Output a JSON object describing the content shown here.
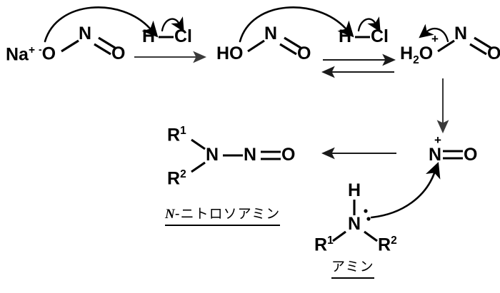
{
  "diagram": {
    "title": "N-nitrosoamine formation mechanism",
    "type": "reaction-mechanism"
  },
  "species": {
    "sodium_nitrite": {
      "cation": "Na",
      "cation_charge": "+",
      "oxygen_anion_charge": "-",
      "oxygen": "O",
      "nitrogen": "N",
      "terminal_oxygen": "O"
    },
    "hcl_1": {
      "h": "H",
      "cl": "Cl"
    },
    "nitrous_acid": {
      "ho": "HO",
      "nitrogen": "N",
      "oxygen": "O"
    },
    "hcl_2": {
      "h": "H",
      "cl": "Cl"
    },
    "protonated_nitrous_acid": {
      "water": "H",
      "water_sub": "2",
      "water_o": "O",
      "charge": "+",
      "nitrogen": "N",
      "oxygen": "O"
    },
    "nitrosonium": {
      "nitrogen": "N",
      "charge": "+",
      "oxygen": "O"
    },
    "amine": {
      "h": "H",
      "nitrogen": "N",
      "r1": "R",
      "r1_sup": "1",
      "r2": "R",
      "r2_sup": "2"
    },
    "nitrosoamine": {
      "r1": "R",
      "r1_sup": "1",
      "r2": "R",
      "r2_sup": "2",
      "n_amine": "N",
      "n_nitroso": "N",
      "oxygen": "O"
    }
  },
  "labels": {
    "product_name_prefix": "N",
    "product_name_rest": "-ニトロソアミン",
    "reactant_name": "アミン"
  },
  "colors": {
    "ink": "#000000",
    "arrow_gray": "#3a3a3a",
    "background": "#ffffff"
  }
}
